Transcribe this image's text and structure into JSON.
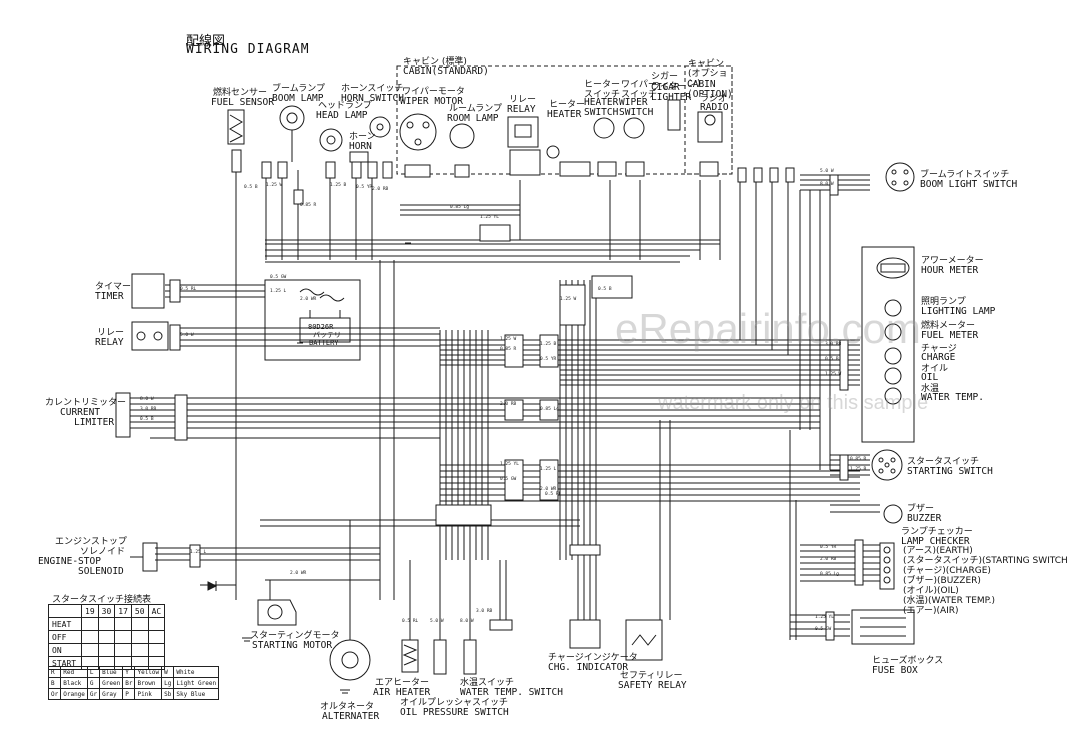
{
  "title_jp": "配線図",
  "title": "WIRING DIAGRAM",
  "watermark": "eRepairinfo.com",
  "watermark_sub": "watermark only on this sample",
  "labels": {
    "fuel_sensor_jp": "燃料センサー",
    "fuel_sensor": "FUEL SENSOR",
    "boom_lamp_jp": "ブームランプ",
    "boom_lamp": "BOOM LAMP",
    "head_lamp_jp": "ヘッドランプ",
    "head_lamp": "HEAD LAMP",
    "horn_switch_jp": "ホーンスイッチ",
    "horn_switch": "HORN SWITCH",
    "horn_jp": "ホーン",
    "horn": "HORN",
    "cabin_std_jp": "キャビン (標準)",
    "cabin_std": "CABIN(STANDARD)",
    "wiper_motor_jp": "ワイパーモータ",
    "wiper_motor": "WIPER MOTOR",
    "room_lamp_jp": "ルームランプ",
    "room_lamp": "ROOM LAMP",
    "relay_top_jp": "リレー",
    "relay_top": "RELAY",
    "heater_jp": "ヒーター",
    "heater": "HEATER",
    "heater_switch_jp": "ヒーター スイッチ",
    "heater_switch": "HEATER SWITCH",
    "wiper_switch_jp": "ワイパー スイッチ",
    "wiper_switch": "WIPER SWITCH",
    "cigar_lighter_jp": "シガー ライター",
    "cigar_lighter": "CIGAR LIGHTER",
    "cabin_opt_jp": "キャビン (オプション)",
    "cabin_opt": "CABIN (OPTION)",
    "radio_jp": "ラジオ",
    "radio": "RADIO",
    "boom_light_switch_jp": "ブームライトスイッチ",
    "boom_light_switch": "BOOM LIGHT SWITCH",
    "hour_meter_jp": "アワーメーター",
    "hour_meter": "HOUR METER",
    "lighting_lamp_jp": "照明ランプ",
    "lighting_lamp": "LIGHTING LAMP",
    "fuel_meter_jp": "燃料メーター",
    "fuel_meter": "FUEL METER",
    "charge_jp": "チャージ",
    "charge": "CHARGE",
    "oil_jp": "オイル",
    "oil": "OIL",
    "water_temp_jp": "水温",
    "water_temp": "WATER TEMP.",
    "starting_switch_jp": "スタータスイッチ",
    "starting_switch": "STARTING SWITCH",
    "buzzer_jp": "ブザー",
    "buzzer": "BUZZER",
    "lamp_checker_jp": "ランプチェッカー",
    "lamp_checker": "LAMP CHECKER",
    "lc_earth": "(アース)(EARTH)",
    "lc_starting": "(スタータスイッチ)(STARTING SWITCH)",
    "lc_charge": "(チャージ)(CHARGE)",
    "lc_buzzer": "(ブザー)(BUZZER)",
    "lc_oil": "(オイル)(OIL)",
    "lc_water": "(水温)(WATER TEMP.)",
    "lc_air": "(エアー)(AIR)",
    "fuse_box_jp": "ヒューズボックス",
    "fuse_box": "FUSE BOX",
    "timer_jp": "タイマー",
    "timer": "TIMER",
    "relay_left_jp": "リレー",
    "relay_left": "RELAY",
    "battery_jp": "バッテリ",
    "battery": "BATTERY",
    "battery_type": "80D26R",
    "current_limiter_jp": "カレントリミッター",
    "current_limiter": "CURRENT",
    "current_limiter2": "LIMITER",
    "engine_stop_jp1": "エンジンストップ",
    "engine_stop_jp2": "ソレノイド",
    "engine_stop": "ENGINE-STOP",
    "engine_stop2": "SOLENOID",
    "starting_motor_jp": "スターティングモータ",
    "starting_motor": "STARTING MOTOR",
    "alternator_jp": "オルタネータ",
    "alternator": "ALTERNATER",
    "air_heater_jp": "エアヒーター",
    "air_heater": "AIR HEATER",
    "oil_pressure_jp": "オイルプレッシャスイッチ",
    "oil_pressure": "OIL PRESSURE SWITCH",
    "water_switch_jp": "水温スイッチ",
    "water_switch": "WATER TEMP. SWITCH",
    "chg_indicator_jp": "チャージインジケータ",
    "chg_indicator": "CHG. INDICATOR",
    "safety_relay_jp": "セフティリレー",
    "safety_relay": "SAFETY RELAY"
  },
  "starter_table": {
    "title": "スタータスイッチ接続表",
    "columns": [
      "19",
      "30",
      "17",
      "50",
      "AC"
    ],
    "rows": [
      "HEAT",
      "OFF",
      "ON",
      "START"
    ]
  },
  "wire_legend": [
    [
      "R",
      "Red",
      "L",
      "Blue",
      "Y",
      "Yellow",
      "W",
      "White"
    ],
    [
      "B",
      "Black",
      "G",
      "Green",
      "Br",
      "Brown",
      "Lg",
      "Light Green"
    ],
    [
      "Or",
      "Orange",
      "Gr",
      "Gray",
      "P",
      "Pink",
      "Sb",
      "Sky Blue"
    ]
  ],
  "wire_codes": [
    "0.5 B",
    "1.25 W",
    "0.85 R",
    "1.25 B",
    "0.5 YR",
    "2.0 RB",
    "0.85 Lg",
    "1.25 YL",
    "0.5 GW",
    "1.25 L",
    "2.0 WR",
    "0.5 RL",
    "5.0 W",
    "8.0 W",
    "3.0 RB"
  ]
}
